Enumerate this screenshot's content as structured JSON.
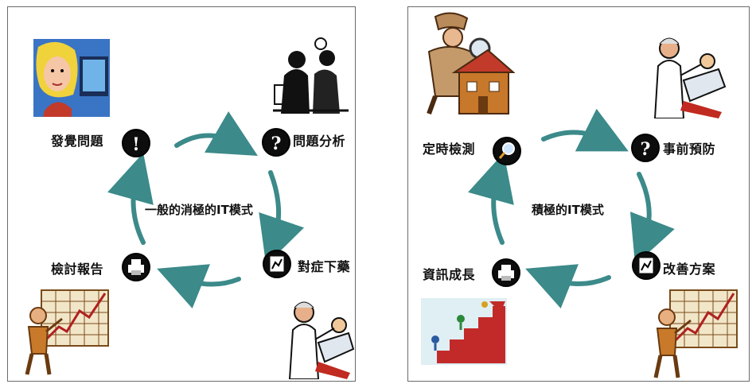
{
  "left": {
    "title": "一般的消極的IT模式",
    "steps": [
      "發覺問題",
      "問題分析",
      "對症下藥",
      "檢討報告"
    ]
  },
  "right": {
    "title": "積極的IT模式",
    "steps": [
      "定時檢測",
      "事前預防",
      "改善方案",
      "資訊成長"
    ]
  },
  "icons": {
    "left": [
      "exclamation-icon",
      "question-icon",
      "chart-window-icon",
      "printer-icon"
    ],
    "right": [
      "magnifier-icon",
      "question-icon",
      "chart-window-icon",
      "printer-icon"
    ]
  },
  "colors": {
    "arrow": "#3c8a8a",
    "node": "#0d0d0d"
  }
}
